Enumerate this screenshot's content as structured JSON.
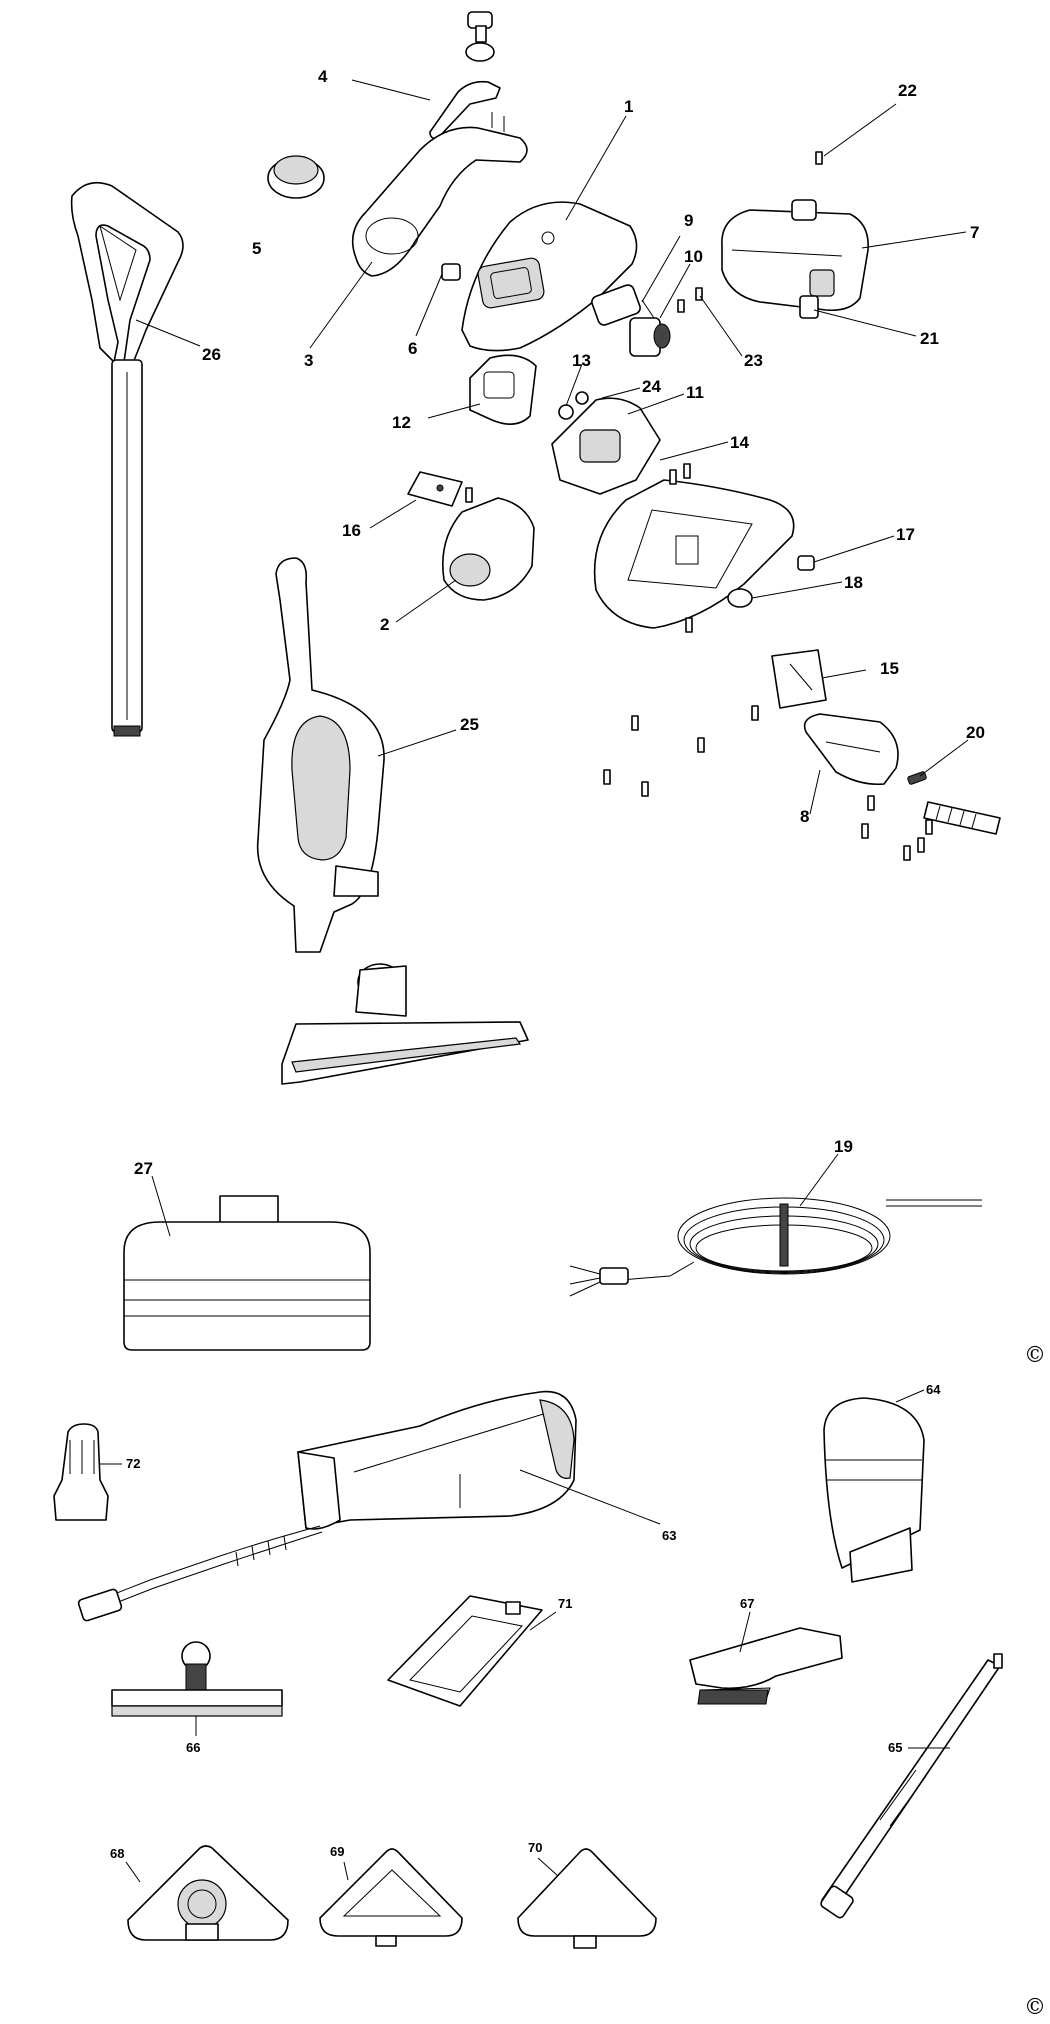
{
  "parts": [
    {
      "id": "p1",
      "label": "1"
    },
    {
      "id": "p2",
      "label": "2"
    },
    {
      "id": "p3",
      "label": "3"
    },
    {
      "id": "p4",
      "label": "4"
    },
    {
      "id": "p5",
      "label": "5"
    },
    {
      "id": "p6",
      "label": "6"
    },
    {
      "id": "p7",
      "label": "7"
    },
    {
      "id": "p8",
      "label": "8"
    },
    {
      "id": "p9",
      "label": "9"
    },
    {
      "id": "p10",
      "label": "10"
    },
    {
      "id": "p11",
      "label": "11"
    },
    {
      "id": "p12",
      "label": "12"
    },
    {
      "id": "p13",
      "label": "13"
    },
    {
      "id": "p14",
      "label": "14"
    },
    {
      "id": "p15",
      "label": "15"
    },
    {
      "id": "p16",
      "label": "16"
    },
    {
      "id": "p17",
      "label": "17"
    },
    {
      "id": "p18",
      "label": "18"
    },
    {
      "id": "p19",
      "label": "19"
    },
    {
      "id": "p20",
      "label": "20"
    },
    {
      "id": "p21",
      "label": "21"
    },
    {
      "id": "p22",
      "label": "22"
    },
    {
      "id": "p23",
      "label": "23"
    },
    {
      "id": "p24",
      "label": "24"
    },
    {
      "id": "p25",
      "label": "25"
    },
    {
      "id": "p26",
      "label": "26"
    },
    {
      "id": "p27",
      "label": "27"
    },
    {
      "id": "p63",
      "label": "63"
    },
    {
      "id": "p64",
      "label": "64"
    },
    {
      "id": "p65",
      "label": "65"
    },
    {
      "id": "p66",
      "label": "66"
    },
    {
      "id": "p67",
      "label": "67"
    },
    {
      "id": "p68",
      "label": "68"
    },
    {
      "id": "p69",
      "label": "69"
    },
    {
      "id": "p70",
      "label": "70"
    },
    {
      "id": "p71",
      "label": "71"
    },
    {
      "id": "p72",
      "label": "72"
    }
  ],
  "copyright": [
    "©",
    "©"
  ]
}
